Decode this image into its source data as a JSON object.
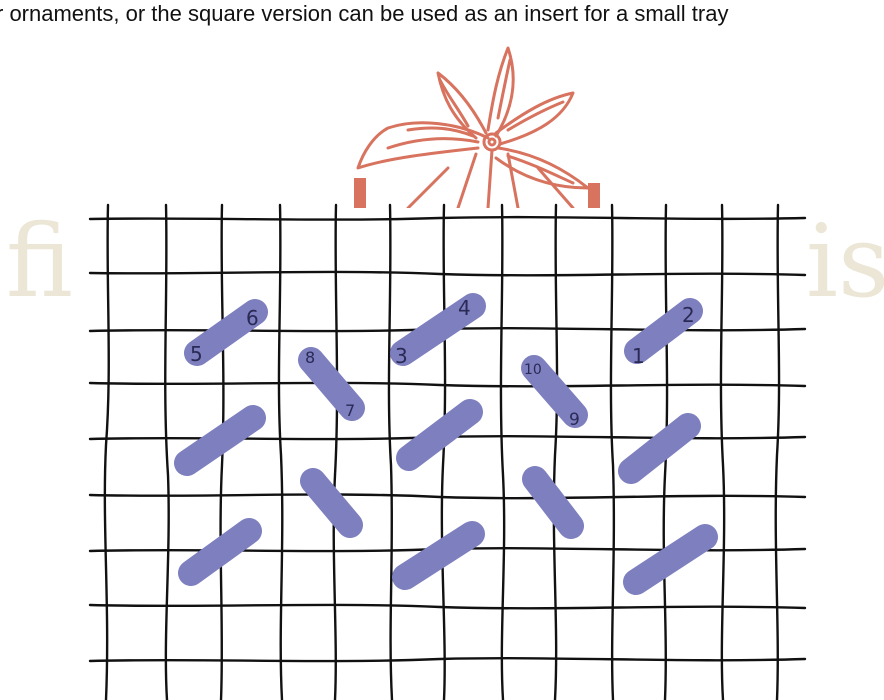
{
  "caption": "r ornaments, or the square version can be used as an insert for a small tray",
  "watermark": {
    "left_text": "fi",
    "right_text": "is"
  },
  "colors": {
    "stitch": "#7d7fbf",
    "grid": "#111111",
    "logo": "#d7735e",
    "watermark": "#ece6d6"
  },
  "stitch_numbers": [
    {
      "id": "n1",
      "label": "1"
    },
    {
      "id": "n2",
      "label": "2"
    },
    {
      "id": "n3",
      "label": "3"
    },
    {
      "id": "n4",
      "label": "4"
    },
    {
      "id": "n5",
      "label": "5"
    },
    {
      "id": "n6",
      "label": "6"
    },
    {
      "id": "n7",
      "label": "7"
    },
    {
      "id": "n8",
      "label": "8"
    },
    {
      "id": "n9",
      "label": "9"
    },
    {
      "id": "n10",
      "label": "10"
    }
  ]
}
